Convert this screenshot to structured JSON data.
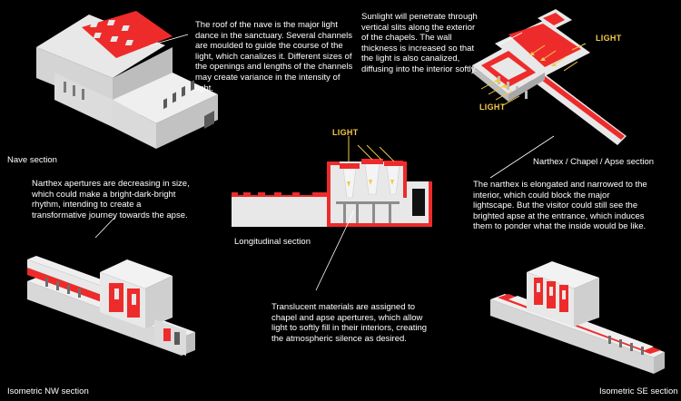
{
  "colors": {
    "background": "#000000",
    "massing": "#e8e8e8",
    "massing_shade": "#bdbdbd",
    "massing_dark": "#8d8d8d",
    "cut": "#ee2b2b",
    "light": "#f2c94c",
    "text": "#ffffff"
  },
  "labels": {
    "nave": "Nave section",
    "narthex_chapel_apse": "Narthex / Chapel / Apse section",
    "longitudinal": "Longitudinal section",
    "iso_nw": "Isometric NW section",
    "iso_se": "Isometric SE section",
    "light_center": "LIGHT",
    "light_top_right": "LIGHT",
    "light_mid_right": "LIGHT"
  },
  "annotations": {
    "nave_roof": "The roof of the nave is the major light dance in the sanctuary. Several channels are moulded to guide the course of the light, which canalizes it. Different sizes of the openings and lengths of the channels may create variance in the intensity of light.",
    "sunlight": "Sunlight will penetrate through vertical slits along the exterior of the chapels. The wall thickness is increased so that the light is also canalized, diffusing into the interior softly.",
    "narthex_apertures": "Narthex apertures are decreasing in size, which could make a bright-dark-bright rhythm, intending to create a transformative journey towards the apse.",
    "narthex_elongated": "The narthex is elongated and narrowed to the interior, which could block the major lightscape. But the visitor could still see the brighted apse at the entrance, which induces them to ponder what the inside would be like.",
    "translucent": "Translucent materials are assigned to chapel and apse apertures, which allow light to softly fill in their interiors, creating the atmospheric silence as desired."
  }
}
